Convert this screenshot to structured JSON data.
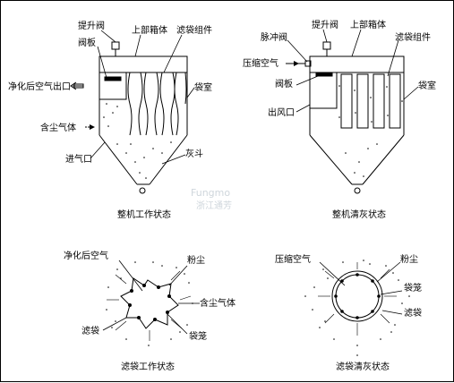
{
  "left_top": {
    "valve": "提升阀",
    "plate": "阀板",
    "upper_box": "上部箱体",
    "filter_bag_assembly": "滤袋组件",
    "clean_outlet": "净化后空气出口",
    "bag_room": "袋室",
    "dust_gas": "含尘气体",
    "inlet": "进气口",
    "ash_hopper": "灰斗",
    "caption": "整机工作状态"
  },
  "right_top": {
    "valve": "提升阀",
    "pulse_valve": "脉冲阀",
    "upper_box": "上部箱体",
    "compressed_air": "压缩空气",
    "filter_bag_assembly": "滤袋组件",
    "plate": "阀板",
    "bag_room": "袋室",
    "outlet": "出风口",
    "caption": "整机清灰状态"
  },
  "left_bottom": {
    "clean_air": "净化后空气",
    "dust": "粉尘",
    "dust_gas": "含尘气体",
    "filter_bag": "滤袋",
    "bag_cage": "袋笼",
    "caption": "滤袋工作状态"
  },
  "right_bottom": {
    "compressed_air": "压缩空气",
    "dust": "粉尘",
    "bag_cage": "袋笼",
    "filter_bag": "滤袋",
    "caption": "滤袋清灰状态"
  },
  "watermark": {
    "brand": "Fungmo",
    "brand_cn": "浙江通芳"
  }
}
